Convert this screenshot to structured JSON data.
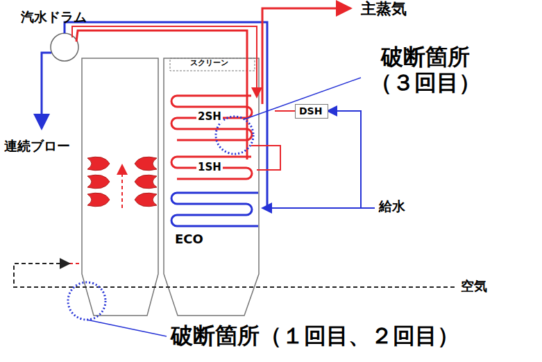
{
  "diagram": {
    "nodes": [
      {
        "text": [
          "DSH"
        ]
      }
    ],
    "labels": [
      "汽水ドラム",
      "主蒸気",
      "破断箇所（３回目）",
      "スクリーン",
      "2SH",
      "1SH",
      "連続ブロー",
      "給水",
      "ECO",
      "空気",
      "破断箇所（１回目、２回目）"
    ]
  }
}
